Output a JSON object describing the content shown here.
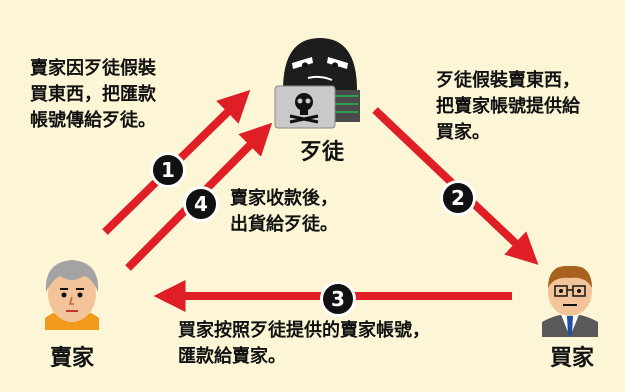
{
  "roles": {
    "fraudster": "歹徒",
    "seller": "賣家",
    "buyer": "買家"
  },
  "steps": [
    {
      "num": "1",
      "text": "賣家因歹徒假裝\n買東西，把匯款\n帳號傳給歹徒。"
    },
    {
      "num": "2",
      "text": "歹徒假裝賣東西，\n把賣家帳號提供給\n買家。"
    },
    {
      "num": "3",
      "text": "買家按照歹徒提供的賣家帳號，\n匯款給賣家。"
    },
    {
      "num": "4",
      "text": "賣家收款後，\n出貨給歹徒。"
    }
  ],
  "colors": {
    "arrow": "#e01e26",
    "background": "#fdf6d6",
    "badge": "#111111"
  },
  "icons": [
    "masked-fraudster-icon",
    "laptop-skull-icon",
    "seller-avatar-icon",
    "buyer-avatar-icon"
  ]
}
